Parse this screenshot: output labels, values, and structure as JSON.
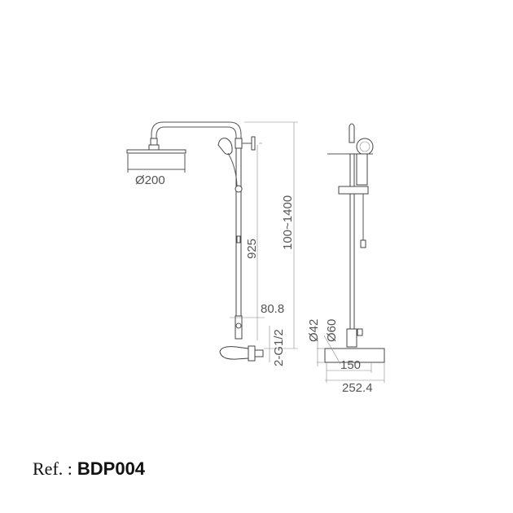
{
  "dimensions": {
    "shower_head_diameter": "Ø200",
    "slide_bar_height": "925",
    "total_height": "100~1400",
    "center_offset": "80.8",
    "inlet_thread": "2-G1/2",
    "diameter_42": "Ø42",
    "diameter_60": "Ø60",
    "width_150": "150",
    "width_252": "252.4"
  },
  "reference": {
    "label": "Ref. :",
    "code": "BDP004"
  }
}
